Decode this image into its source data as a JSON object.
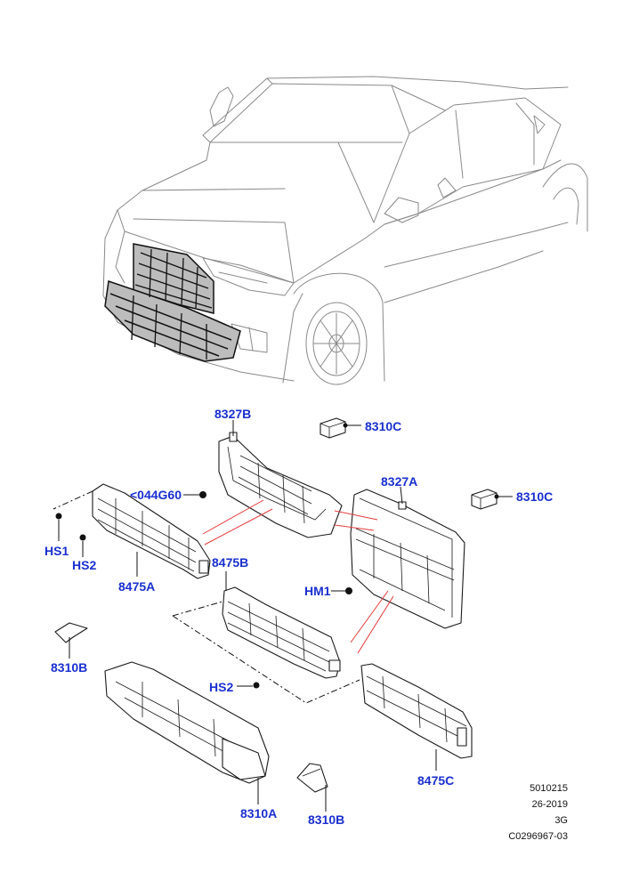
{
  "labels": {
    "p8327B": "8327B",
    "p8310C_top": "8310C",
    "p044G60": "<044G60",
    "p8327A": "8327A",
    "p8310C_right": "8310C",
    "pHS1": "HS1",
    "pHS2_left": "HS2",
    "p8475A": "8475A",
    "p8475B": "8475B",
    "pHM1": "HM1",
    "p8310B_left": "8310B",
    "pHS2_mid": "HS2",
    "p8475C": "8475C",
    "p8310A": "8310A",
    "p8310B_bottom": "8310B"
  },
  "meta": {
    "line1": "5010215",
    "line2": "26-2019",
    "line3": "3G",
    "line4": "C0296967-03"
  },
  "colors": {
    "label": "#1a2fcf",
    "accent_red": "#e63a3a",
    "car_outline": "#8a8a8a"
  }
}
